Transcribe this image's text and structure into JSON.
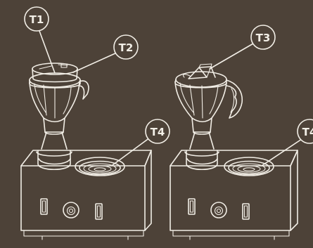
{
  "callouts": {
    "t1": "T1",
    "t2": "T2",
    "t3": "T3",
    "t4_left": "T4",
    "t4_right": "T4"
  },
  "colors": {
    "background": "#4d4238",
    "line": "#f2eee6"
  }
}
